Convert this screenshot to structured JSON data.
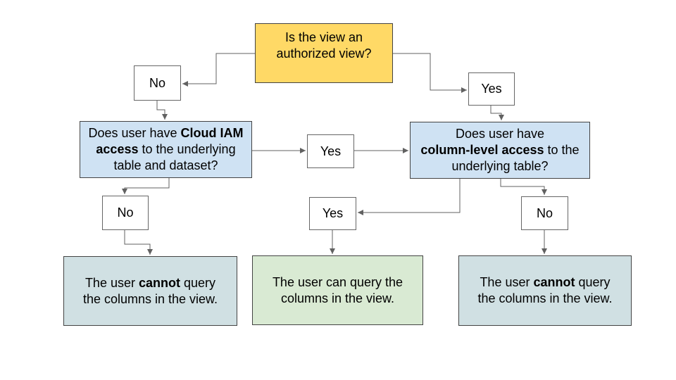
{
  "diagram": {
    "type": "flowchart",
    "topic": "Authorized view query access decision tree"
  },
  "colors": {
    "background": "#ffffff",
    "text": "#000000",
    "start_fill": "#ffd966",
    "question_fill": "#cfe2f3",
    "result_no_fill": "#d0e0e3",
    "result_yes_fill": "#d9ead3",
    "small_fill": "#ffffff",
    "border_dark": "#434343",
    "border_gray": "#666666",
    "line": "#616161"
  },
  "nodes": {
    "start": {
      "lines": [
        [
          {
            "t": "Is the view an"
          }
        ],
        [
          {
            "t": "authorized view?"
          }
        ]
      ]
    },
    "no1": {
      "label": "No"
    },
    "yes1": {
      "label": "Yes"
    },
    "q_left": {
      "lines": [
        [
          {
            "t": "Does user have "
          },
          {
            "t": "Cloud IAM",
            "b": true
          }
        ],
        [
          {
            "t": "access",
            "b": true
          },
          {
            "t": " to the underlying"
          }
        ],
        [
          {
            "t": "table and dataset?"
          }
        ]
      ]
    },
    "yes_mid": {
      "label": "Yes"
    },
    "q_right": {
      "lines": [
        [
          {
            "t": "Does user have"
          }
        ],
        [
          {
            "t": "column-level access",
            "b": true
          },
          {
            "t": " to the"
          }
        ],
        [
          {
            "t": "underlying table?"
          }
        ]
      ]
    },
    "no2": {
      "label": "No"
    },
    "yes2": {
      "label": "Yes"
    },
    "no3": {
      "label": "No"
    },
    "result_left": {
      "lines": [
        [
          {
            "t": "The user "
          },
          {
            "t": "cannot",
            "b": true
          },
          {
            "t": " query"
          }
        ],
        [
          {
            "t": "the columns in the view."
          }
        ]
      ]
    },
    "result_mid": {
      "lines": [
        [
          {
            "t": "The user can query the"
          }
        ],
        [
          {
            "t": "columns in the view."
          }
        ]
      ]
    },
    "result_right": {
      "lines": [
        [
          {
            "t": "The user "
          },
          {
            "t": "cannot",
            "b": true
          },
          {
            "t": " query"
          }
        ],
        [
          {
            "t": "the columns in the view."
          }
        ]
      ]
    }
  }
}
